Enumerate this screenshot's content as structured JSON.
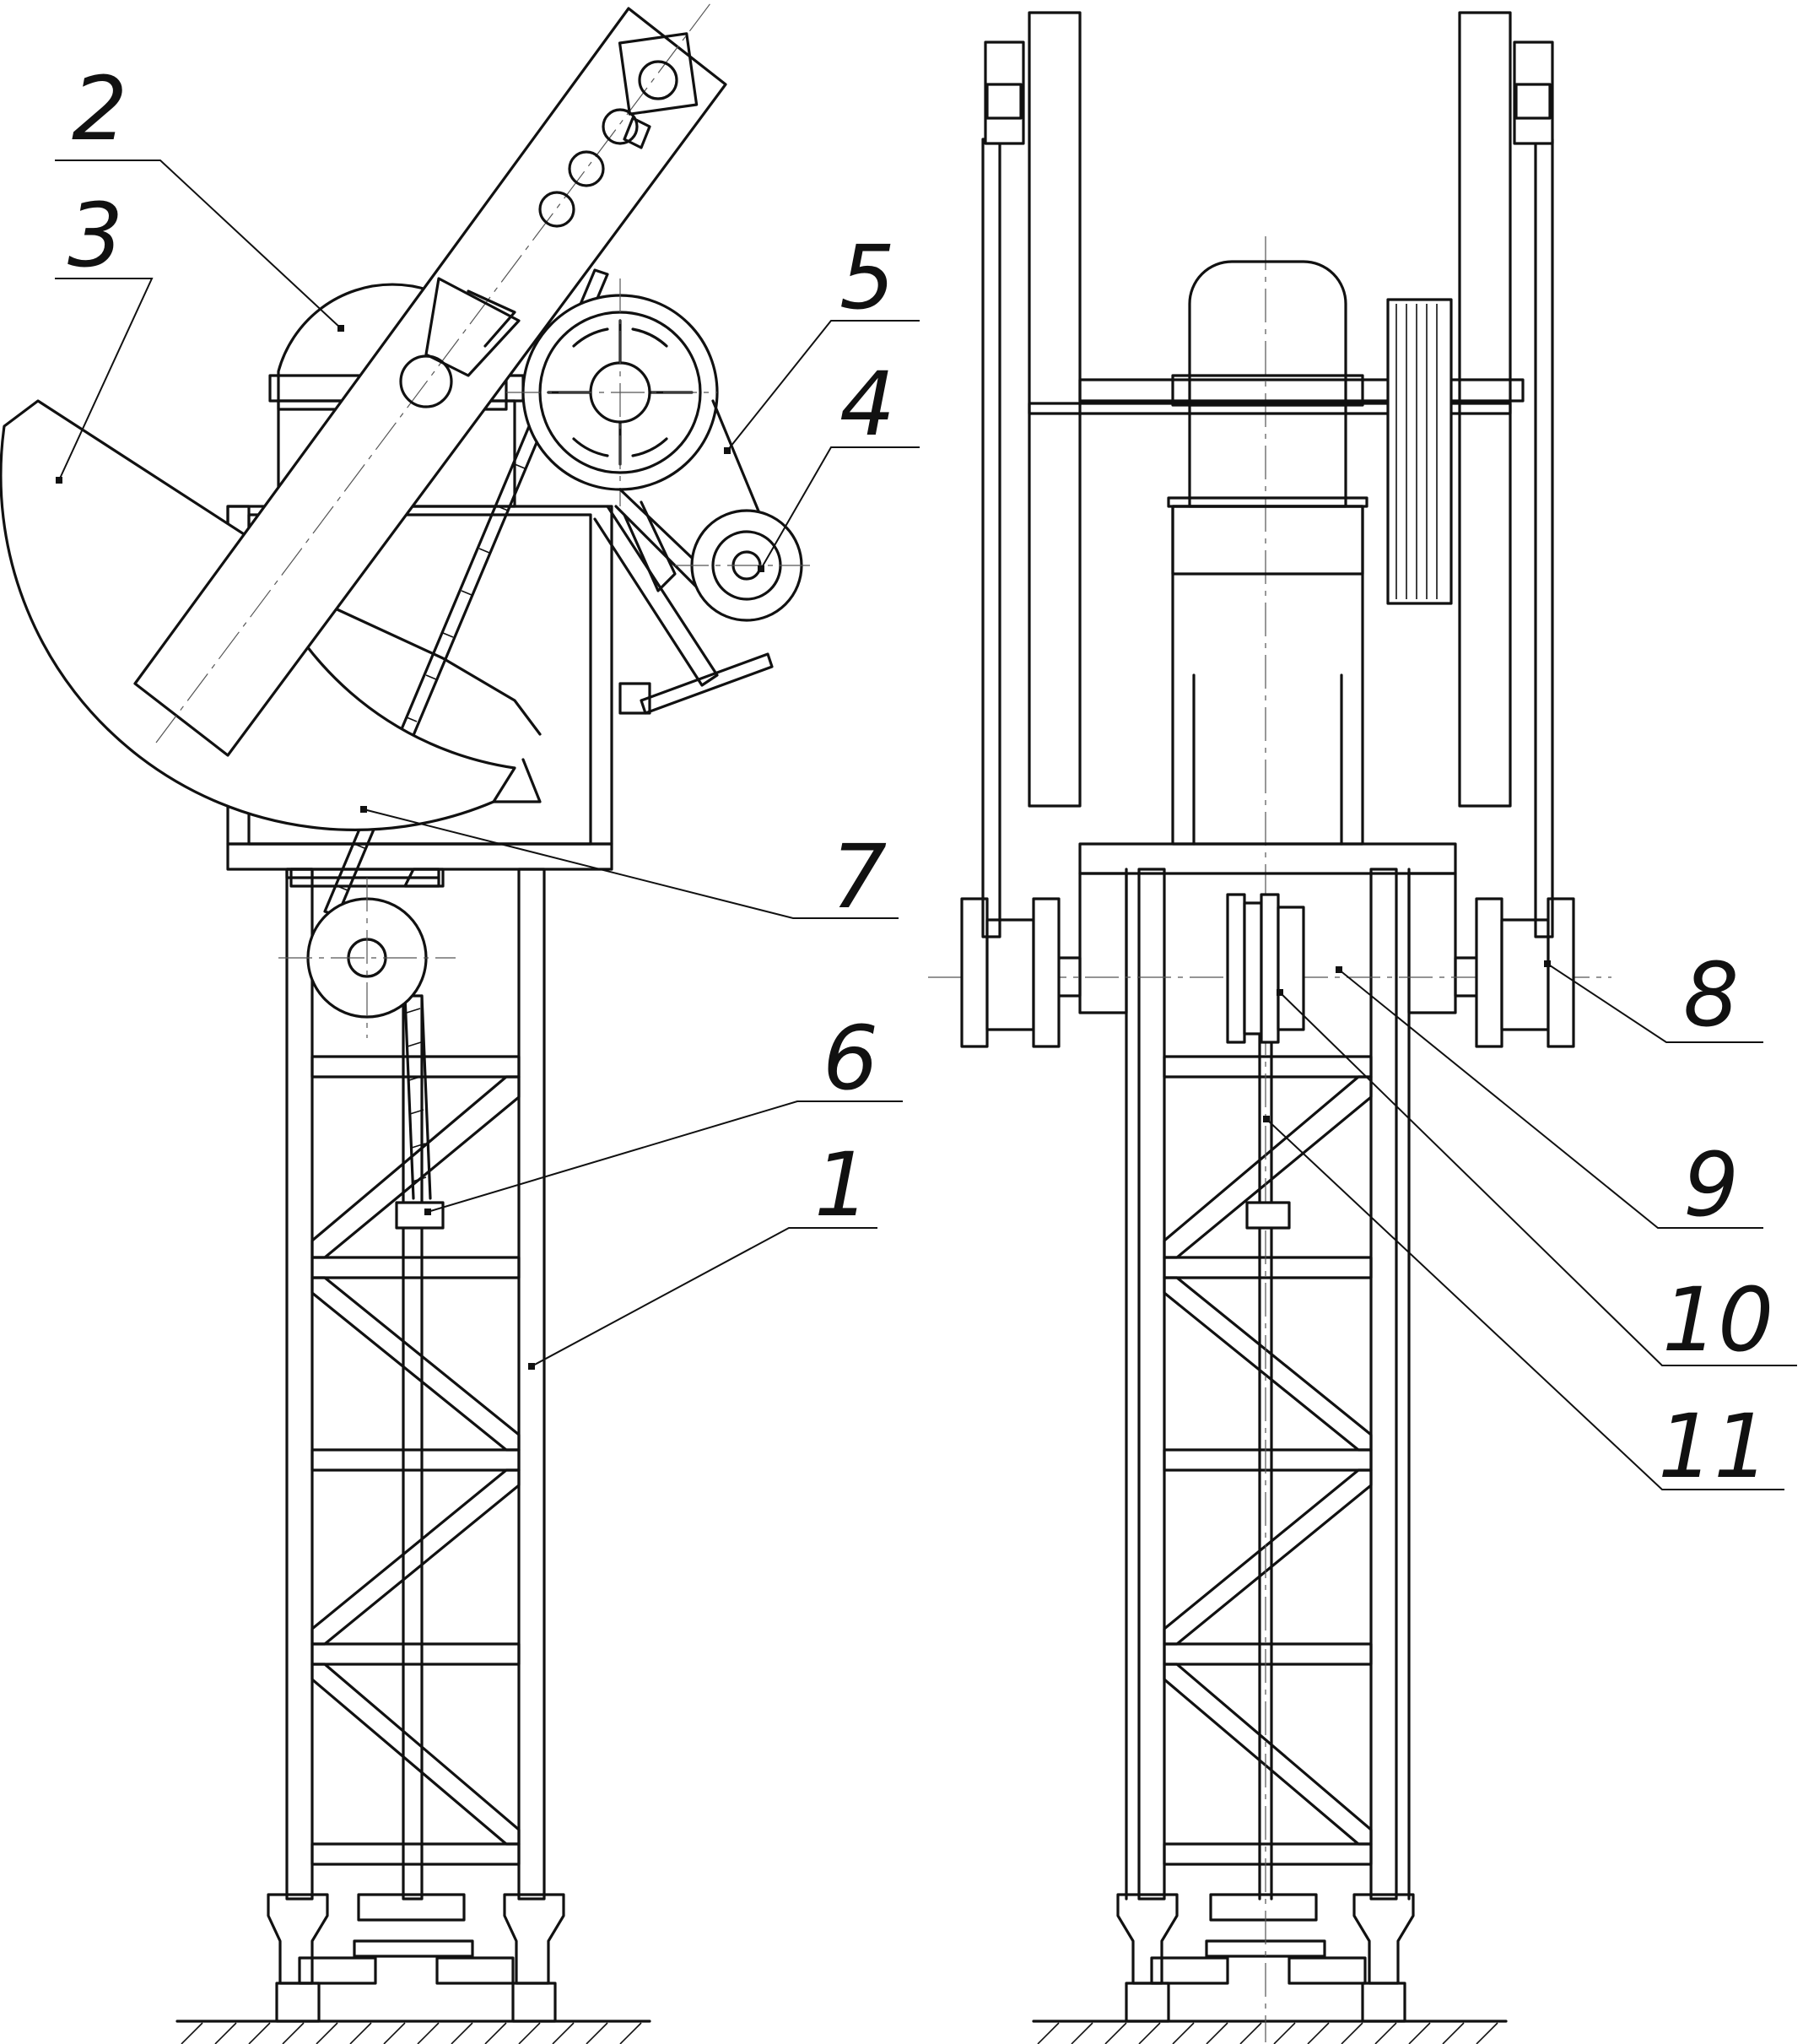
{
  "callouts": [
    {
      "id": "c1",
      "text": "1"
    },
    {
      "id": "c2",
      "text": "2"
    },
    {
      "id": "c3",
      "text": "3"
    },
    {
      "id": "c4",
      "text": "4"
    },
    {
      "id": "c5",
      "text": "5"
    },
    {
      "id": "c6",
      "text": "6"
    },
    {
      "id": "c7",
      "text": "7"
    },
    {
      "id": "c8",
      "text": "8"
    },
    {
      "id": "c9",
      "text": "9"
    },
    {
      "id": "c10",
      "text": "10"
    },
    {
      "id": "c11",
      "text": "11"
    }
  ]
}
